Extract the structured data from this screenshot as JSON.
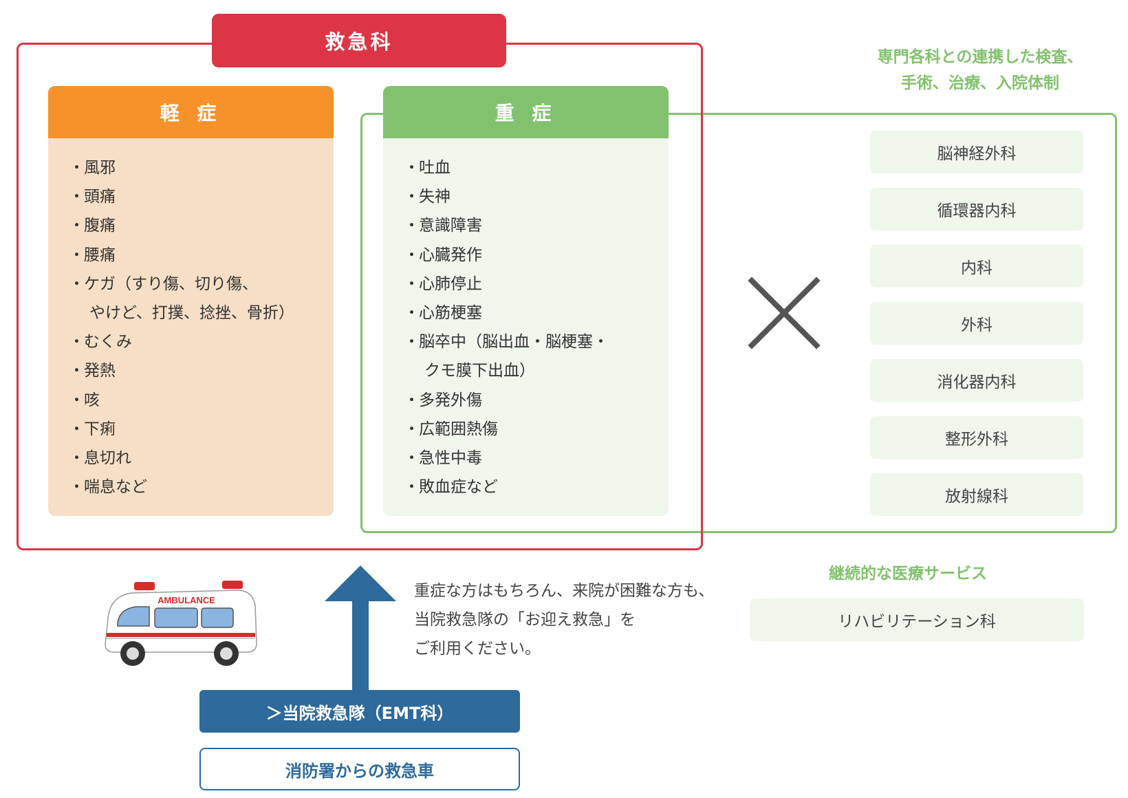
{
  "er": {
    "title": "救急科"
  },
  "mild": {
    "title": "軽 症",
    "items": [
      {
        "dot": "・",
        "text": "風邪"
      },
      {
        "dot": "・",
        "text": "頭痛"
      },
      {
        "dot": "・",
        "text": "腹痛"
      },
      {
        "dot": "・",
        "text": "腰痛"
      },
      {
        "dot": "・",
        "text": "ケガ（すり傷、切り傷、"
      },
      {
        "dot": "",
        "text": "やけど、打撲、捻挫、骨折）"
      },
      {
        "dot": "・",
        "text": "むくみ"
      },
      {
        "dot": "・",
        "text": "発熱"
      },
      {
        "dot": "・",
        "text": "咳"
      },
      {
        "dot": "・",
        "text": "下痢"
      },
      {
        "dot": "・",
        "text": "息切れ"
      },
      {
        "dot": "・",
        "text": "喘息など"
      }
    ]
  },
  "severe": {
    "title": "重 症",
    "items": [
      {
        "dot": "・",
        "text": "吐血"
      },
      {
        "dot": "・",
        "text": "失神"
      },
      {
        "dot": "・",
        "text": "意識障害"
      },
      {
        "dot": "・",
        "text": "心臓発作"
      },
      {
        "dot": "・",
        "text": "心肺停止"
      },
      {
        "dot": "・",
        "text": "心筋梗塞"
      },
      {
        "dot": "・",
        "text": "脳卒中（脳出血・脳梗塞・"
      },
      {
        "dot": "",
        "text": "クモ膜下出血）"
      },
      {
        "dot": "・",
        "text": "多発外傷"
      },
      {
        "dot": "・",
        "text": "広範囲熱傷"
      },
      {
        "dot": "・",
        "text": "急性中毒"
      },
      {
        "dot": "・",
        "text": "敗血症など"
      }
    ]
  },
  "collaboration": {
    "label_line1": "専門各科との連携した検査、",
    "label_line2": "手術、治療、入院体制",
    "departments": [
      "脳神経外科",
      "循環器内科",
      "内科",
      "外科",
      "消化器内科",
      "整形外科",
      "放射線科"
    ]
  },
  "continuing": {
    "label": "継続的な医療サービス",
    "department": "リハビリテーション科"
  },
  "note": {
    "line1": "重症な方はもちろん、来院が困難な方も、",
    "line2": "当院救急隊の「お迎え救急」を",
    "line3": "ご利用ください。"
  },
  "emt_button": {
    "label": "＞当院救急隊（EMT科）"
  },
  "fire_ambulance": {
    "label": "消防署からの救急車"
  },
  "ambulance_image": {
    "text": "AMBULANCE"
  },
  "colors": {
    "er_red": "#dc3545",
    "mild_orange": "#f7922b",
    "mild_bg": "#f6dfc6",
    "green": "#82c26e",
    "green_bg": "#eff6ec",
    "navy": "#2e6a9b",
    "cross_gray": "#555555"
  },
  "icons": {
    "cross": "multiply-icon",
    "arrow": "arrow-up-icon",
    "ambulance": "ambulance-icon"
  }
}
